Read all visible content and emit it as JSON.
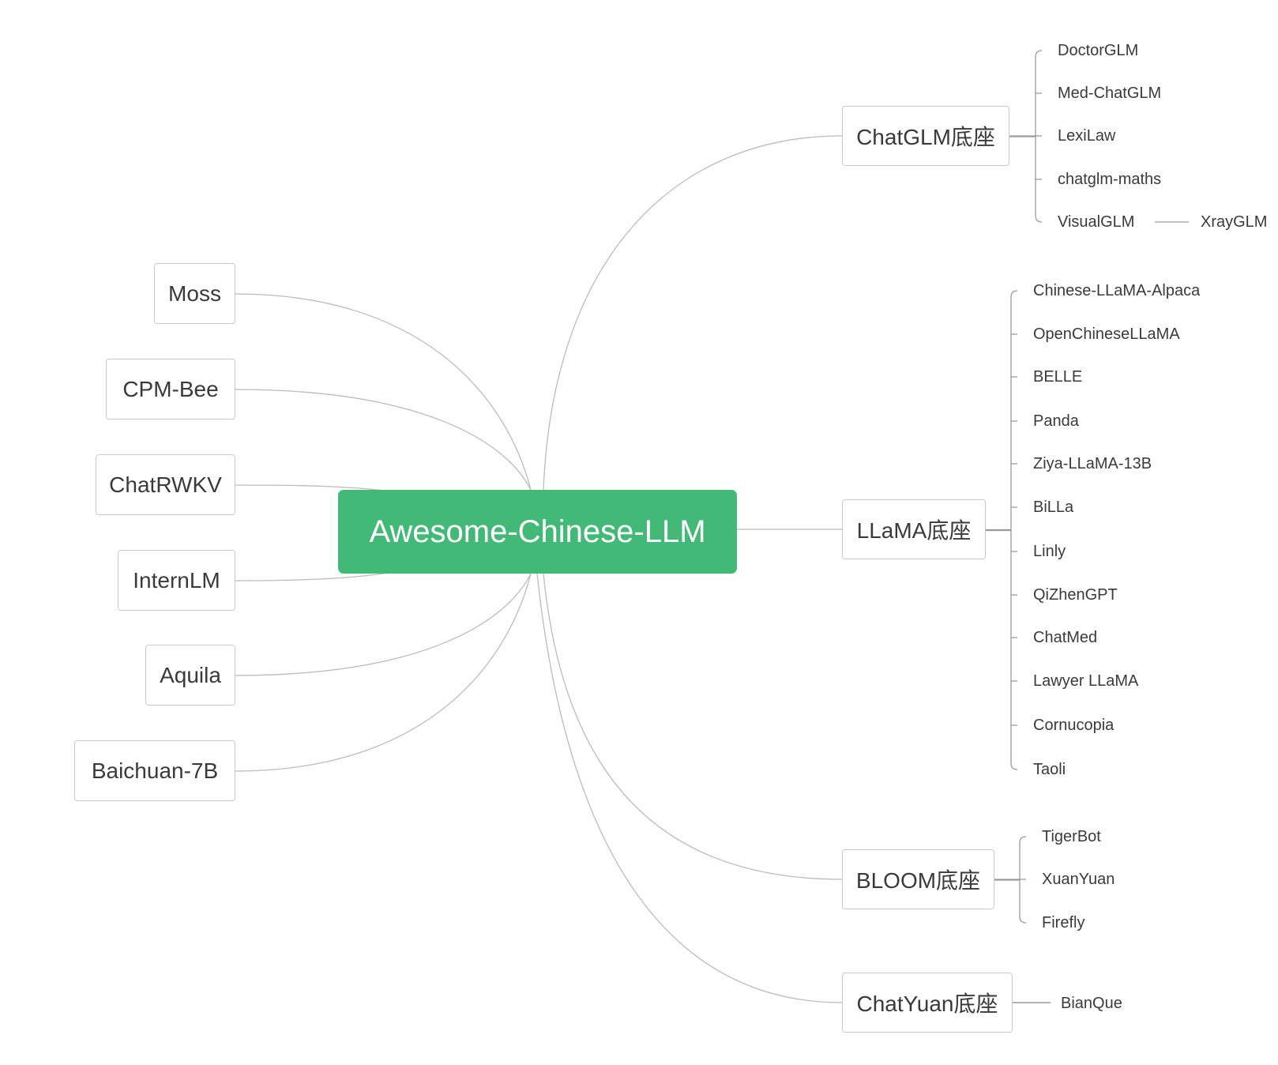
{
  "colors": {
    "root_fill": "#43b977",
    "line": "#bbbbbb",
    "bracket": "#9a9a9a",
    "text": "#3a3a3a"
  },
  "root": {
    "label": "Awesome-Chinese-LLM"
  },
  "left_branches": [
    {
      "label": "Moss"
    },
    {
      "label": "CPM-Bee"
    },
    {
      "label": "ChatRWKV"
    },
    {
      "label": "InternLM"
    },
    {
      "label": "Aquila"
    },
    {
      "label": "Baichuan-7B"
    }
  ],
  "right_branches": [
    {
      "label": "ChatGLM底座",
      "children": [
        {
          "label": "DoctorGLM"
        },
        {
          "label": "Med-ChatGLM"
        },
        {
          "label": "LexiLaw"
        },
        {
          "label": "chatglm-maths"
        },
        {
          "label": "VisualGLM",
          "child": {
            "label": "XrayGLM"
          }
        }
      ]
    },
    {
      "label": "LLaMA底座",
      "children": [
        {
          "label": "Chinese-LLaMA-Alpaca"
        },
        {
          "label": "OpenChineseLLaMA"
        },
        {
          "label": "BELLE"
        },
        {
          "label": "Panda"
        },
        {
          "label": "Ziya-LLaMA-13B"
        },
        {
          "label": "BiLLa"
        },
        {
          "label": "Linly"
        },
        {
          "label": "QiZhenGPT"
        },
        {
          "label": "ChatMed"
        },
        {
          "label": "Lawyer LLaMA"
        },
        {
          "label": "Cornucopia"
        },
        {
          "label": "Taoli"
        }
      ]
    },
    {
      "label": "BLOOM底座",
      "children": [
        {
          "label": "TigerBot"
        },
        {
          "label": "XuanYuan"
        },
        {
          "label": "Firefly"
        }
      ]
    },
    {
      "label": "ChatYuan底座",
      "children": [
        {
          "label": "BianQue"
        }
      ]
    }
  ]
}
